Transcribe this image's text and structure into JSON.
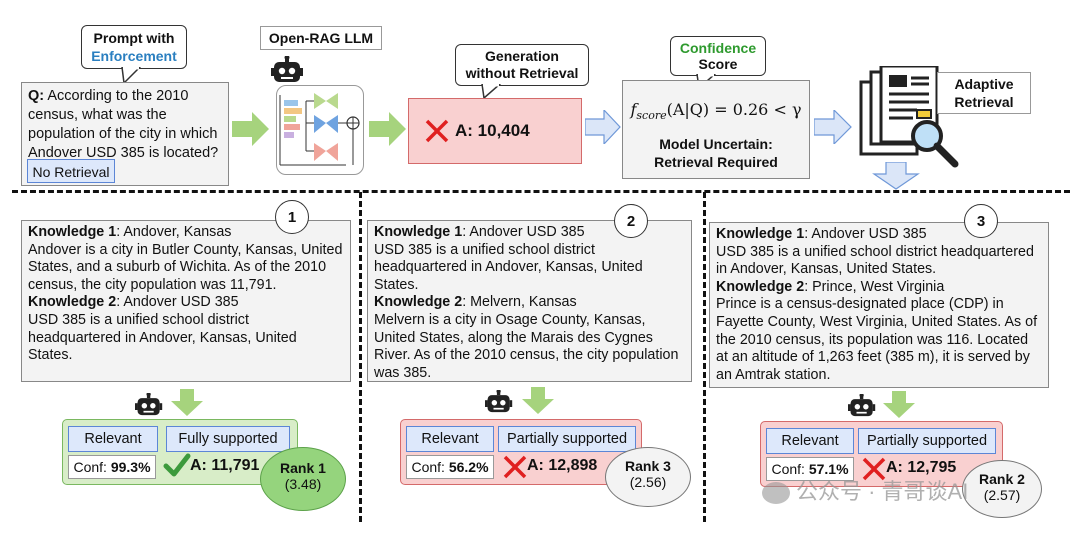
{
  "prompt": {
    "bubble_line1": "Prompt with",
    "bubble_line2": "Enforcement",
    "q_label": "Q:",
    "question": "According to the 2010 census, what was the population of the city in which Andover USD 385 is located?",
    "no_retrieval": "No Retrieval"
  },
  "llm": {
    "label": "Open-RAG LLM"
  },
  "generation": {
    "bubble": "Generation without Retrieval",
    "answer": "A: 10,404"
  },
  "confidence": {
    "bubble_line1": "Confidence",
    "bubble_line2": "Score",
    "formula_lhs": "f",
    "formula_sub": "score",
    "formula_rhs": "(A|Q) = 0.26 < γ",
    "note_line1": "Model Uncertain:",
    "note_line2": "Retrieval Required"
  },
  "adaptive": {
    "label_line1": "Adaptive",
    "label_line2": "Retrieval"
  },
  "panels": [
    {
      "num": "1",
      "k1_label": "Knowledge 1",
      "k1_title": ": Andover, Kansas",
      "k1_text": "Andover is a city in Butler County, Kansas, United States, and a suburb of Wichita. As of the 2010 census, the city population was 11,791.",
      "k2_label": "Knowledge 2",
      "k2_title": ": Andover USD 385",
      "k2_text": "USD 385 is a unified school district headquartered in Andover, Kansas, United States.",
      "relevant": "Relevant",
      "support": "Fully supported",
      "conf_label": "Conf: ",
      "conf_value": "99.3%",
      "answer": "A: 11,791",
      "rank": "Rank 1",
      "rank_score": "(3.48)"
    },
    {
      "num": "2",
      "k1_label": "Knowledge 1",
      "k1_title": ": Andover USD 385",
      "k1_text": "USD 385 is a unified school district headquartered in Andover, Kansas, United States.",
      "k2_label": "Knowledge 2",
      "k2_title": ": Melvern, Kansas",
      "k2_text": "Melvern is a city in Osage County, Kansas, United States, along the Marais des Cygnes River. As of the 2010 census, the city population was 385.",
      "relevant": "Relevant",
      "support": "Partially supported",
      "conf_label": "Conf: ",
      "conf_value": "56.2%",
      "answer": "A: 12,898",
      "rank": "Rank 3",
      "rank_score": "(2.56)"
    },
    {
      "num": "3",
      "k1_label": "Knowledge 1",
      "k1_title": ": Andover USD 385",
      "k1_text": "USD 385 is a unified school district headquartered in Andover, Kansas, United States.",
      "k2_label": "Knowledge 2",
      "k2_title": ": Prince, West Virginia",
      "k2_text": "Prince is a census-designated place (CDP) in Fayette County, West Virginia, United States. As of the 2010 census, its population was 116. Located at an altitude of 1,263 feet (385 m), it is served by an Amtrak station.",
      "relevant": "Relevant",
      "support": "Partially supported",
      "conf_label": "Conf: ",
      "conf_value": "57.1%",
      "answer": "A: 12,795",
      "rank": "Rank 2",
      "rank_score": "(2.57)"
    }
  ],
  "watermark": "公众号 · 青哥谈AI",
  "colors": {
    "green_fill": "#d8edc8",
    "green_border": "#7ab860",
    "red_fill": "#f9d0d0",
    "red_border": "#d46a6a",
    "arrow_green": "#a6d37d",
    "arrow_blue": "#b6cdf3",
    "tag_blue": "#dde8fb"
  }
}
